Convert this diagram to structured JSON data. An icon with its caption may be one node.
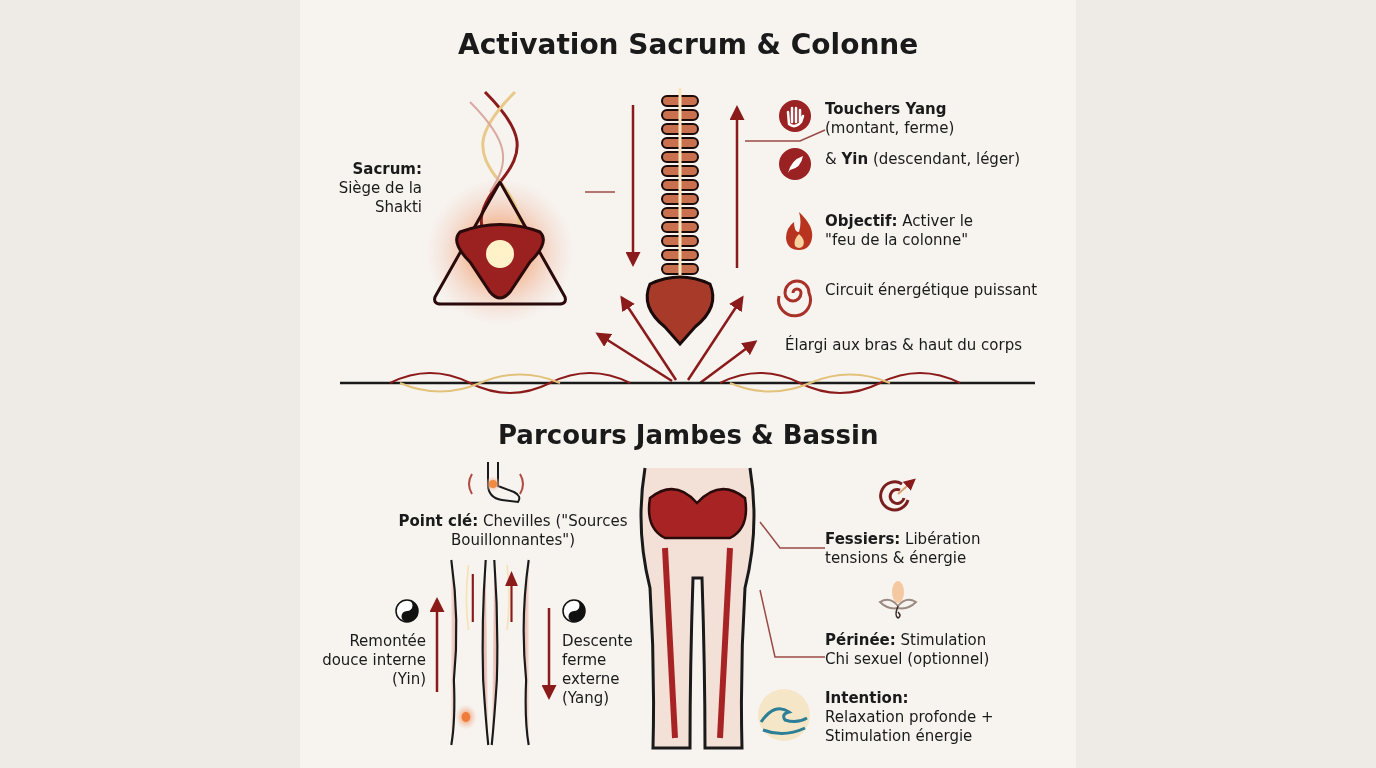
{
  "diagram": {
    "title": "Activation Sacrum & Colonne",
    "nodes": [
      {
        "text": [
          "**Sacrum:** Siège de la Shakti"
        ]
      },
      {
        "text": [],
        "shape": "picture"
      },
      {
        "text": [],
        "shape": "picture"
      },
      {
        "text": [
          "**Touchers Yang** (montant, ferme)"
        ]
      },
      {
        "text": [
          "& **Yin** (descendant, léger)"
        ]
      },
      {
        "text": [
          "**Objectif:** Activer le \"feu de la colonne\""
        ]
      },
      {
        "text": [
          "Circuit énergétique puissant"
        ]
      },
      {
        "text": [
          "Élargi aux bras & haut du corps"
        ]
      },
      {
        "text": [
          "**Point clé:** Chevilles (\"Sources Bouillonnantes\")"
        ]
      },
      {
        "text": [
          "Remontée douce interne (Yin)"
        ]
      },
      {
        "text": [
          "Descente ferme externe (Yang)"
        ]
      },
      {
        "text": [],
        "shape": "picture"
      },
      {
        "text": [],
        "shape": "picture"
      },
      {
        "text": [
          "**Fessiers:** Libération tensions & énergie"
        ]
      },
      {
        "text": [
          "**Périnée:** Stimulation Chi sexuel (optionnel)"
        ]
      },
      {
        "text": [
          "**Intention:** Relaxation profonde + Stimulation énergie"
        ]
      }
    ],
    "edges": [
      {
        "from": 1,
        "to": 2,
        "arrow": "none"
      },
      {
        "from": 3,
        "to": 2,
        "arrow": "none"
      },
      {
        "from": 13,
        "to": 12,
        "arrow": "none"
      },
      {
        "from": 14,
        "to": 12,
        "arrow": "none"
      }
    ],
    "labels": [
      "Parcours Jambes & Bassin"
    ]
  }
}
